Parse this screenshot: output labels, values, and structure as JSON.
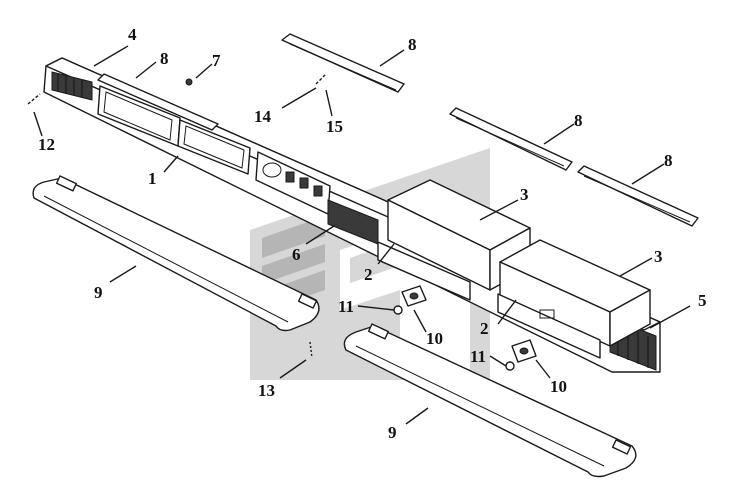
{
  "diagram": {
    "callouts": [
      {
        "id": "c4a",
        "text": "4"
      },
      {
        "id": "c8a",
        "text": "8"
      },
      {
        "id": "c7",
        "text": "7"
      },
      {
        "id": "c8b",
        "text": "8"
      },
      {
        "id": "c12",
        "text": "12"
      },
      {
        "id": "c14",
        "text": "14"
      },
      {
        "id": "c15",
        "text": "15"
      },
      {
        "id": "c8c",
        "text": "8"
      },
      {
        "id": "c1",
        "text": "1"
      },
      {
        "id": "c8d",
        "text": "8"
      },
      {
        "id": "c3a",
        "text": "3"
      },
      {
        "id": "c6",
        "text": "6"
      },
      {
        "id": "c2a",
        "text": "2"
      },
      {
        "id": "c3b",
        "text": "3"
      },
      {
        "id": "c9a",
        "text": "9"
      },
      {
        "id": "c11a",
        "text": "11"
      },
      {
        "id": "c10a",
        "text": "10"
      },
      {
        "id": "c2b",
        "text": "2"
      },
      {
        "id": "c5",
        "text": "5"
      },
      {
        "id": "c13",
        "text": "13"
      },
      {
        "id": "c11b",
        "text": "11"
      },
      {
        "id": "c10b",
        "text": "10"
      },
      {
        "id": "c9b",
        "text": "9"
      }
    ]
  }
}
